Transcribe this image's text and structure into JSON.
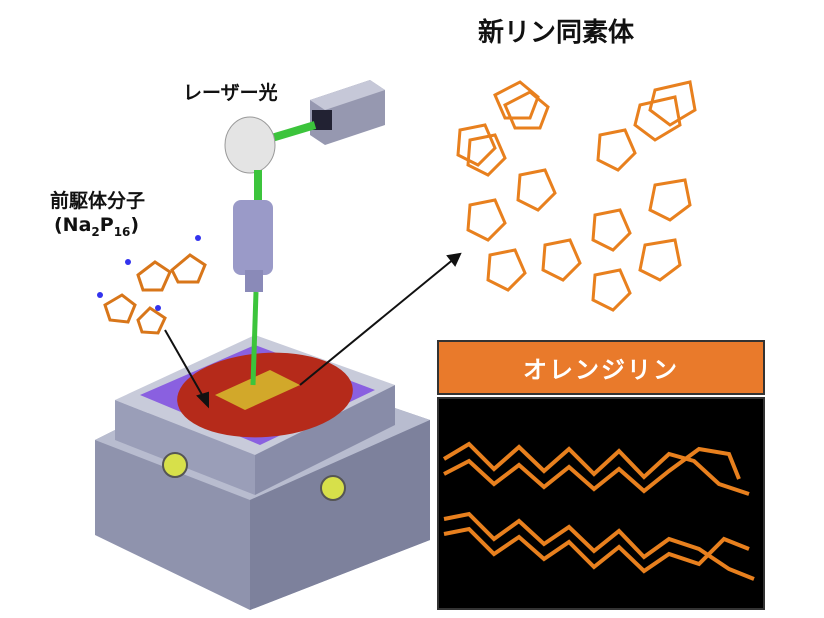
{
  "title": "新リン同素体",
  "laser_label": "レーザー光",
  "precursor_label": "前駆体分子",
  "precursor_formula": {
    "open": "(Na",
    "sub1": "2",
    "mid": "P",
    "sub2": "16",
    "close": ")"
  },
  "orange_phosphorus_label": "オレンジリン",
  "colors": {
    "phosphorus": "#E8801E",
    "banner": "#E97A2B",
    "substrate": "#8A60E0",
    "film": "#B52A1A",
    "beam": "#3CC43C"
  }
}
